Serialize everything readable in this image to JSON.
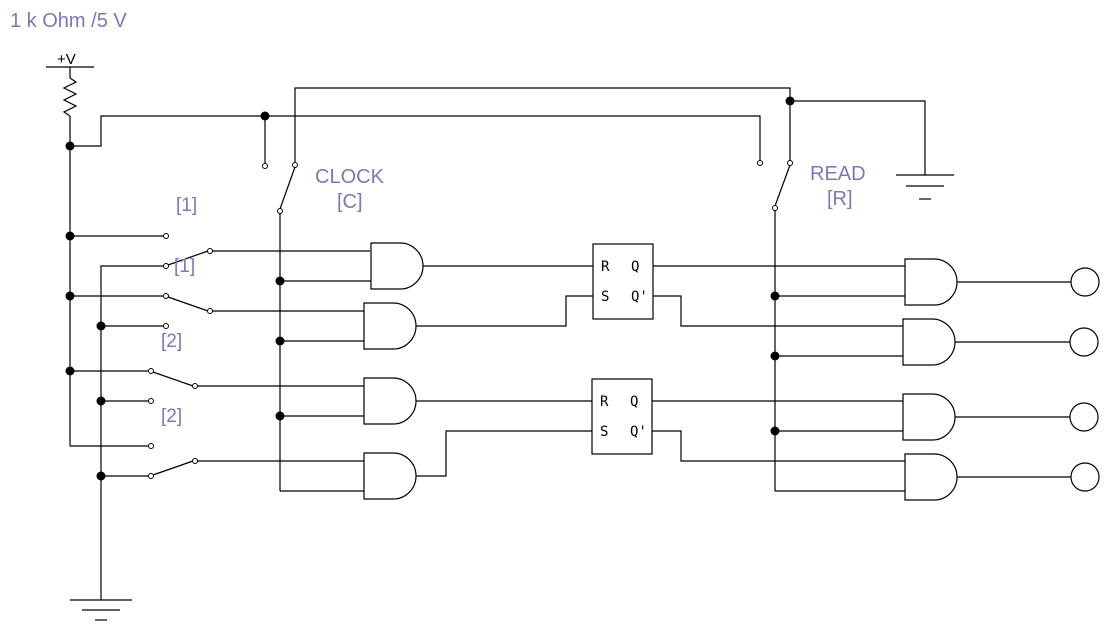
{
  "source_label": "1 k Ohm /5 V",
  "supply_label": "+V",
  "clock": {
    "label": "CLOCK",
    "key": "[C]"
  },
  "read": {
    "label": "READ",
    "key": "[R]"
  },
  "input_switches": [
    {
      "key": "[1]"
    },
    {
      "key": "[1]"
    },
    {
      "key": "[2]"
    },
    {
      "key": "[2]"
    }
  ],
  "latch": {
    "r": "R",
    "s": "S",
    "q": "Q",
    "q_bar": "Q'"
  },
  "ground_symbol": "—"
}
